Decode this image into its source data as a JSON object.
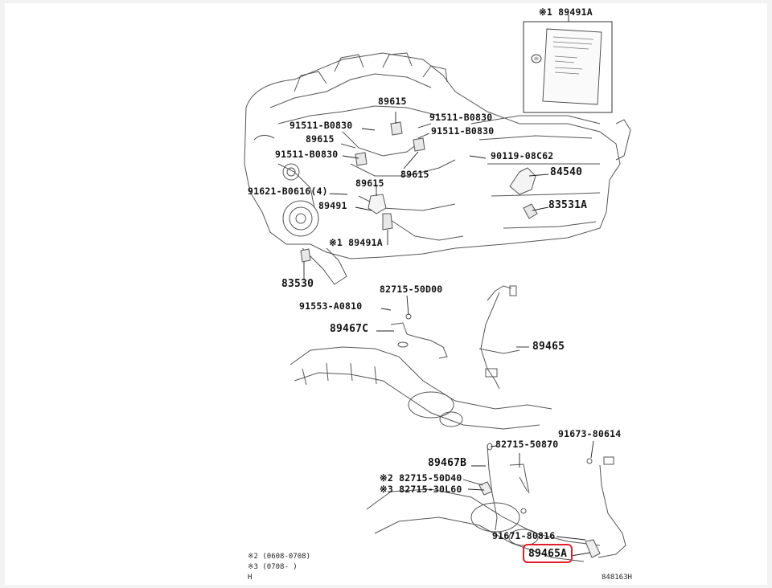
{
  "callout_labels": {
    "kit_ref": "※1 89491A",
    "p89615_a": "89615",
    "p91511_b0830_a": "91511-B0830",
    "p91511_b0830_b": "91511-B0830",
    "p89615_b": "89615",
    "p91511_b0830_c": "91511-B0830",
    "p89615_c": "89615",
    "p91511_b0830_d": "91511-B0830",
    "p90119_08c62": "90119-08C62",
    "p84540": "84540",
    "p89615_d": "89615",
    "p91621_b0616": "91621-B0616(4)",
    "p83531a": "83531A",
    "p89491": "89491",
    "p89491a_star": "※1 89491A",
    "p83530": "83530",
    "p82715_50d00": "82715-50D00",
    "p91553_a0810": "91553-A0810",
    "p89467c": "89467C",
    "p89465": "89465",
    "p91673_80614": "91673-80614",
    "p82715_50870": "82715-50870",
    "p89467b": "89467B",
    "p82715_50d40": "※2 82715-50D40",
    "p82715_30l60": "※3 82715-30L60",
    "p91671_80816": "91671-80816",
    "p89465a": "89465A"
  },
  "footnotes": {
    "note2": "※2 (0608-0708)",
    "note3": "※3 (0708-     )",
    "note_h": "H"
  },
  "figure_id": "848163H",
  "highlight": {
    "color": "#e0202a"
  }
}
